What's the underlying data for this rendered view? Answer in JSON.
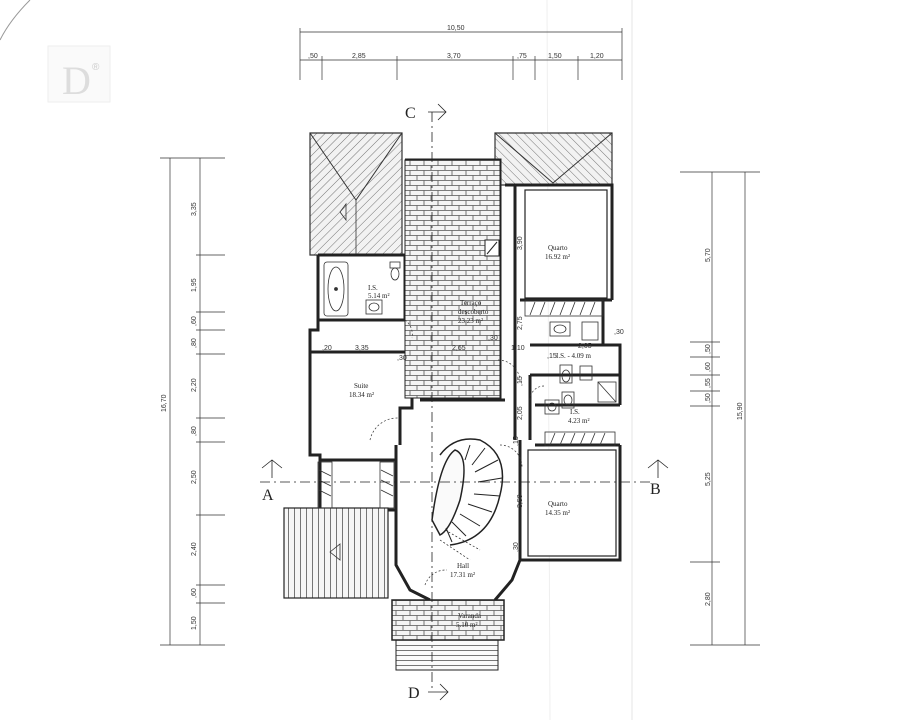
{
  "logo": {
    "letter": "D",
    "mark": "®"
  },
  "sections": {
    "c_top": "C",
    "d_bottom": "D",
    "a_left": "A",
    "b_right": "B"
  },
  "rooms": {
    "is1_name": "I.S.",
    "is1_area": "5.14 m²",
    "terraco_name1": "Terraço",
    "terraco_name2": "descoberto",
    "terraco_area": "23.23 m²",
    "quarto1_name": "Quarto",
    "quarto1_area": "16.92 m²",
    "suite_name": "Suite",
    "suite_area": "18.34 m²",
    "is2_name": "I.S.",
    "is2_area": "4.23 m²",
    "is3_label": "I.S. - 4.09 m",
    "quarto2_name": "Quarto",
    "quarto2_area": "14.35 m²",
    "hall_name": "Hall",
    "hall_area": "17.31 m²",
    "varanda_name": "Varanda",
    "varanda_area": "5.10 m²"
  },
  "dims_top": {
    "total": "10,50",
    "d1": ",50",
    "d2": "2,85",
    "d3": "3,70",
    "d4": ",75",
    "d5": "1,50",
    "d6": "1,20"
  },
  "dims_left": {
    "total": "16,70",
    "d1": "3,35",
    "d2": "1,95",
    "d3": ",60",
    "d4": ",80",
    "d5": "2,20",
    "d6": ",80",
    "d7": "2,50",
    "d8": "2,40",
    "d9": ",60",
    "d10": "1,50"
  },
  "dims_right": {
    "total": "15,90",
    "d1": "5,70",
    "d2": ",50",
    "d3": ",60",
    "d4": ",55",
    "d5": ",50",
    "d6": "5,25",
    "d7": "2,80"
  },
  "dims_inner": {
    "a": ",20",
    "b": "3,35",
    "c": ",30",
    "d": "2,65",
    "e": ",30",
    "f": "1,10",
    "g": ",15",
    "h": "2,05",
    "i": ",30",
    "j": "3,90",
    "k": "2,75",
    "l": ",15",
    "m": "2,05",
    "n": ",15",
    "o": "3,50",
    "p": ",30"
  }
}
